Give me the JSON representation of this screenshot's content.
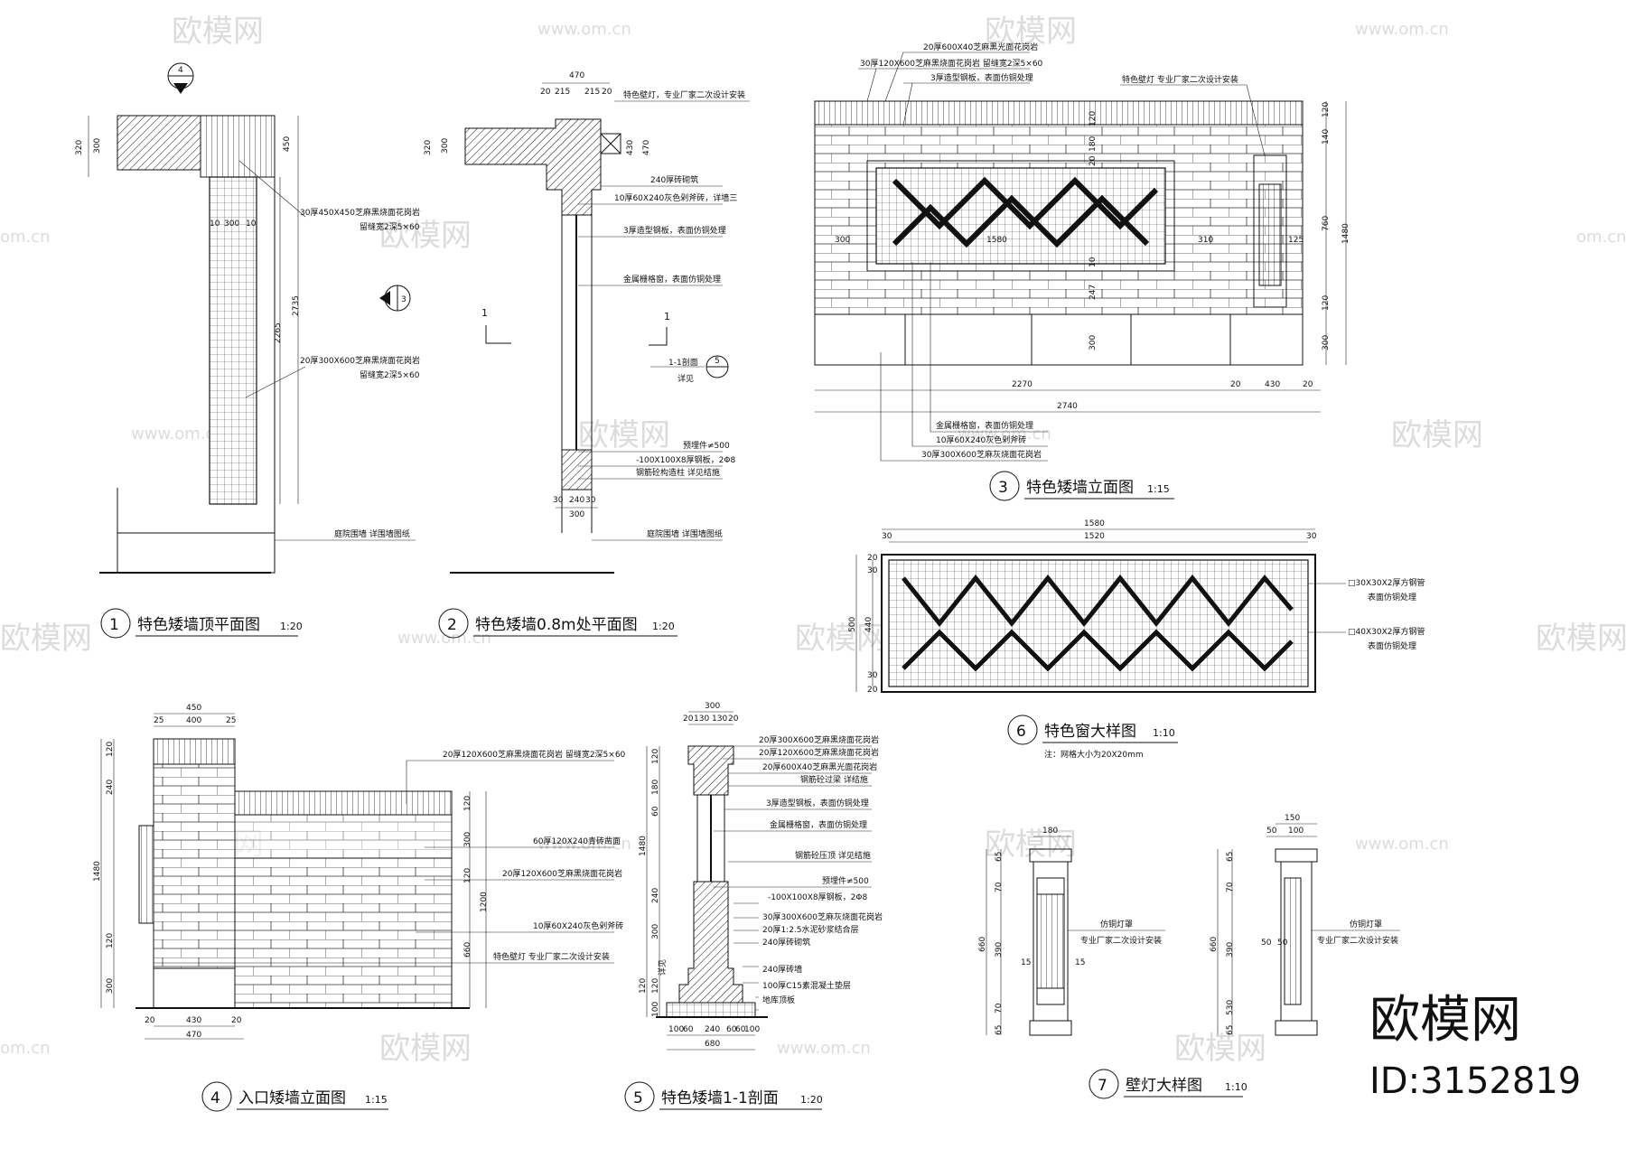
{
  "watermark": {
    "brand": "欧模网",
    "site": "www.om.cn",
    "site_short": "om.cn"
  },
  "corner": {
    "brand": "欧模网",
    "id": "ID:3152819"
  },
  "drawings": {
    "d1": {
      "num": "1",
      "title": "特色矮墙顶平面图",
      "scale": "1:20",
      "dims": [
        "320",
        "300",
        "450",
        "2735",
        "2265",
        "10",
        "300",
        "10"
      ],
      "notes": [
        "30厚450X450芝麻黑烧面花岗岩",
        "留缝宽2深5×60",
        "20厚300X600芝麻黑烧面花岗岩",
        "留缝宽2深5×60",
        "庭院围墙 详围墙图纸"
      ],
      "marker_top": "4",
      "marker_side": "3"
    },
    "d2": {
      "num": "2",
      "title": "特色矮墙0.8m处平面图",
      "scale": "1:20",
      "dims": [
        "470",
        "20",
        "215",
        "215",
        "20",
        "320",
        "300",
        "430",
        "470",
        "30",
        "240",
        "30",
        "300"
      ],
      "notes": [
        "特色壁灯，专业厂家二次设计安装",
        "240厚砖砌筑",
        "10厚60X240灰色剁斧砖，详墙三",
        "3厚造型钢板，表面仿铜处理",
        "金属栅格窗，表面仿铜处理",
        "预埋件≠500",
        "-100X100X8厚钢板，2Φ8",
        "钢筋砼构造柱 详见结施",
        "庭院围墙 详围墙图纸"
      ],
      "section_label": "1",
      "section_label2": "1",
      "section_ref": "1-1剖面",
      "section_ref2": "详见",
      "section_num": "5"
    },
    "d3": {
      "num": "3",
      "title": "特色矮墙立面图",
      "scale": "1:15",
      "dims": [
        "120",
        "140",
        "760",
        "1480",
        "120",
        "300",
        "2270",
        "20",
        "430",
        "20",
        "2740",
        "300",
        "1580",
        "310",
        "125",
        "180",
        "20",
        "247",
        "10",
        "120",
        "300"
      ],
      "notes": [
        "20厚600X40芝麻黑光面花岗岩",
        "30厚120X600芝麻黑烧面花岗岩 留缝宽2深5×60",
        "3厚造型钢板，表面仿铜处理",
        "特色壁灯 专业厂家二次设计安装",
        "金属栅格窗，表面仿铜处理",
        "10厚60X240灰色剁斧砖",
        "30厚300X600芝麻灰烧面花岗岩"
      ]
    },
    "d4": {
      "num": "4",
      "title": "入口矮墙立面图",
      "scale": "1:15",
      "dims": [
        "450",
        "25",
        "400",
        "25",
        "120",
        "240",
        "1480",
        "120",
        "300",
        "120",
        "300",
        "120",
        "1200",
        "660",
        "20",
        "430",
        "20",
        "470"
      ],
      "notes": [
        "20厚120X600芝麻黑烧面花岗岩 留缝宽2深5×60",
        "60厚120X240青砖凿面",
        "20厚120X600芝麻黑烧面花岗岩",
        "10厚60X240灰色剁斧砖",
        "特色壁灯 专业厂家二次设计安装"
      ]
    },
    "d5": {
      "num": "5",
      "title": "特色矮墙1-1剖面",
      "scale": "1:20",
      "dims": [
        "300",
        "20",
        "130",
        "130",
        "20",
        "120",
        "180",
        "60",
        "1480",
        "240",
        "300",
        "100",
        "120",
        "120",
        "100",
        "60",
        "240",
        "60",
        "60",
        "100",
        "680",
        "详见"
      ],
      "notes": [
        "20厚300X600芝麻黑烧面花岗岩",
        "20厚120X600芝麻黑烧面花岗岩",
        "20厚600X40芝麻黑光面花岗岩",
        "钢筋砼过梁 详结施",
        "3厚造型钢板，表面仿铜处理",
        "金属栅格窗，表面仿铜处理",
        "钢筋砼压顶 详见结施",
        "预埋件≠500",
        "-100X100X8厚钢板，2Φ8",
        "30厚300X600芝麻灰烧面花岗岩",
        "20厚1:2.5水泥砂浆结合层",
        "240厚砖砌筑",
        "240厚砖墙",
        "100厚C15素混凝土垫层",
        "地库顶板"
      ]
    },
    "d6": {
      "num": "6",
      "title": "特色窗大样图",
      "scale": "1:10",
      "dims": [
        "1580",
        "1520",
        "30",
        "30",
        "20",
        "20",
        "30",
        "500",
        "440",
        "30"
      ],
      "notes": [
        "□30X30X2厚方钢管",
        "表面仿铜处理",
        "□40X30X2厚方钢管",
        "表面仿铜处理"
      ],
      "remark": "注：网格大小为20X20mm"
    },
    "d7": {
      "num": "7",
      "title": "壁灯大样图",
      "scale": "1:10",
      "dims": [
        "180",
        "65",
        "70",
        "660",
        "390",
        "70",
        "65",
        "15",
        "15",
        "150",
        "50",
        "100",
        "65",
        "70",
        "660",
        "390",
        "50",
        "50",
        "65",
        "530"
      ],
      "notes": [
        "仿铜灯罩",
        "专业厂家二次设计安装",
        "仿铜灯罩",
        "专业厂家二次设计安装"
      ]
    }
  }
}
